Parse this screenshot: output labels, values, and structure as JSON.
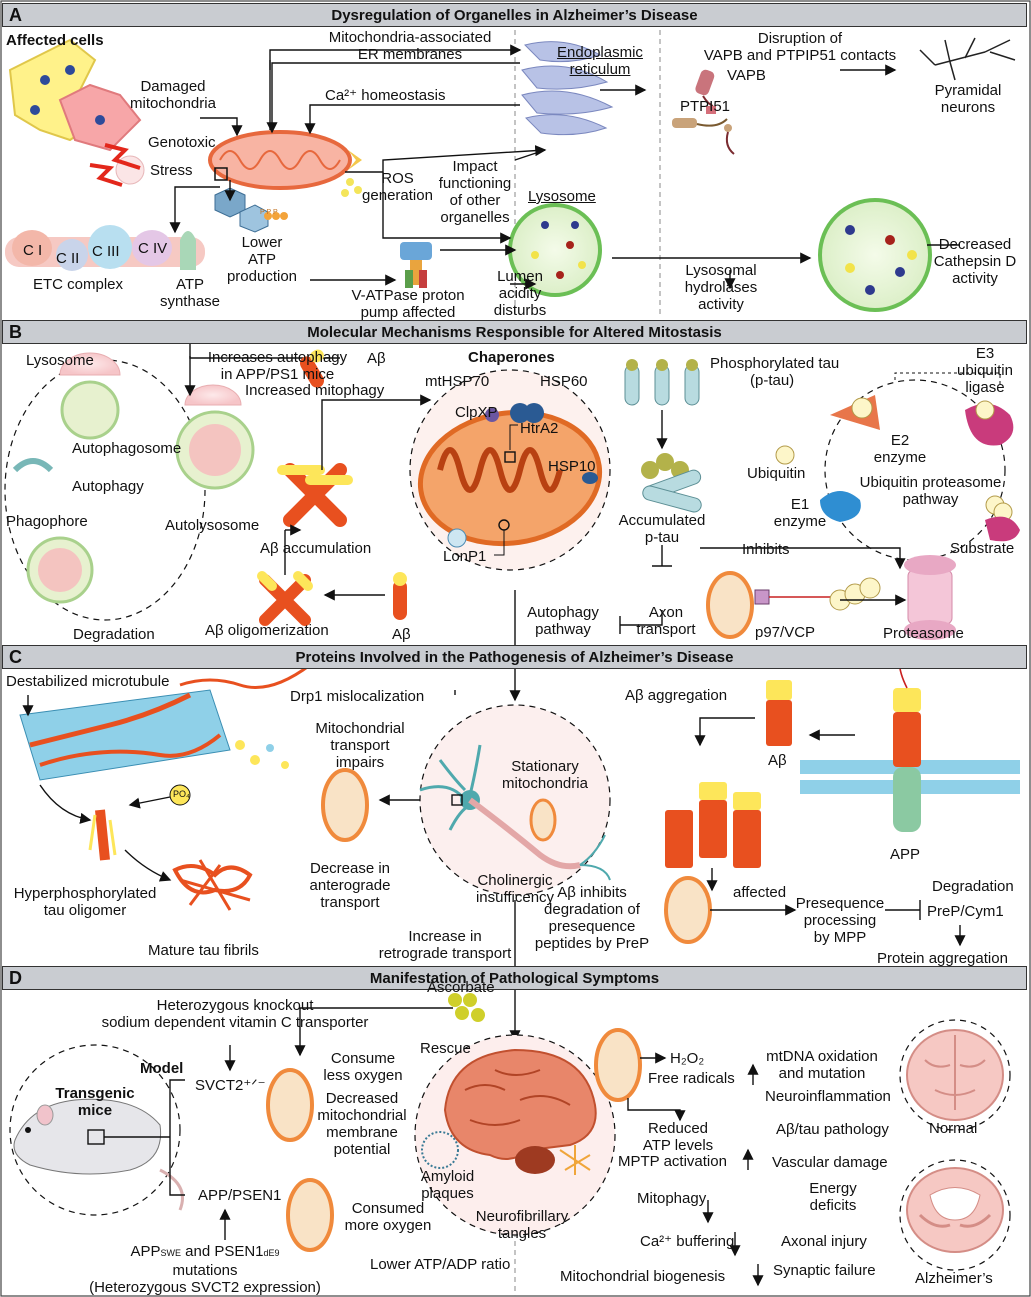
{
  "sections": {
    "a": {
      "letter": "A",
      "title": "Dysregulation of Organelles in Alzheimer’s Disease"
    },
    "b": {
      "letter": "B",
      "title": "Molecular Mechanisms Responsible for Altered Mitostasis"
    },
    "c": {
      "letter": "C",
      "title": "Proteins Involved in the Pathogenesis of Alzheimer’s Disease"
    },
    "d": {
      "letter": "D",
      "title": "Manifestation of Pathological Symptoms"
    }
  },
  "a": {
    "affected_cells": "Affected cells",
    "damaged_mito": [
      "Damaged",
      "mitochondria"
    ],
    "genotoxic": "Genotoxic",
    "stress": "Stress",
    "mam": [
      "Mitochondria-associated",
      "ER membranes"
    ],
    "ca_homeo": "Ca²⁺ homeostasis",
    "er": [
      "Endoplasmic",
      "reticulum"
    ],
    "disruption": [
      "Disruption of",
      "VAPB and PTPIP51 contacts"
    ],
    "vapb": "VAPB",
    "ptpi51": "PTPI51",
    "pyramidal": [
      "Pyramidal",
      "neurons"
    ],
    "ros": [
      "ROS",
      "generation"
    ],
    "impact": [
      "Impact",
      "functioning",
      "of other",
      "organelles"
    ],
    "lysosome": "Lysosome",
    "c1": "C I",
    "c2": "C II",
    "c3": "C III",
    "c4": "C IV",
    "etc": "ETC complex",
    "atp_synthase": [
      "ATP",
      "synthase"
    ],
    "lower_atp": [
      "Lower",
      "ATP",
      "production"
    ],
    "vatpase": [
      "V-ATPase proton",
      "pump affected"
    ],
    "lumen": [
      "Lumen",
      "acidity",
      "disturbs"
    ],
    "hydrolases": [
      "Lysosomal",
      "hydrolases",
      "activity"
    ],
    "cathepsin": [
      "Decreased",
      "Cathepsin D",
      "activity"
    ],
    "ppp": "P P P"
  },
  "b": {
    "lysosome": "Lysosome",
    "increases_autophagy": [
      "Increases autophagy",
      "in APP/PS1 mice"
    ],
    "abeta": "Aβ",
    "autophagosome": "Autophagosome",
    "autophagy": "Autophagy",
    "phagophore": "Phagophore",
    "autolysosome": "Autolysosome",
    "degradation": "Degradation",
    "increased_mitophagy": "Increased mitophagy",
    "ab_accumulation": "Aβ accumulation",
    "ab_oligomerization": "Aβ oligomerization",
    "chaperones": "Chaperones",
    "mthsp70": "mtHSP70",
    "hsp60": "HSP60",
    "clpxp": "ClpXP",
    "htra2": "HtrA2",
    "hsp10": "HSP10",
    "lonp1": "LonP1",
    "ptau": [
      "Phosphorylated tau",
      "(p-tau)"
    ],
    "acc_ptau": [
      "Accumulated",
      "p-tau"
    ],
    "inhibits": "Inhibits",
    "axon": [
      "Axon",
      "transport"
    ],
    "autophagy_pathway": [
      "Autophagy",
      "pathway"
    ],
    "p97": "p97/VCP",
    "e3": [
      "E3",
      "ubiquitin",
      "ligase"
    ],
    "e2": [
      "E2",
      "enzyme"
    ],
    "ubiquitin": "Ubiquitin",
    "e1": [
      "E1",
      "enzyme"
    ],
    "ups": [
      "Ubiquitin proteasome",
      "pathway"
    ],
    "substrate": "Substrate",
    "proteasome": "Proteasome"
  },
  "c": {
    "destab": "Destabilized microtubule",
    "drp1": "Drp1 mislocalization",
    "mito_transport": [
      "Mitochondrial",
      "transport",
      "impairs"
    ],
    "po4": "PO₄",
    "hyper": [
      "Hyperphosphorylated",
      "tau oligomer"
    ],
    "mature": "Mature tau fibrils",
    "anterograde": [
      "Decrease in",
      "anterograde",
      "transport"
    ],
    "stationary": [
      "Stationary",
      "mitochondria"
    ],
    "cholinergic": [
      "Cholinergic",
      "insufficency"
    ],
    "retrograde": [
      "Increase in",
      "retrograde transport"
    ],
    "ab_aggregation": "Aβ aggregation",
    "abeta": "Aβ",
    "app": "APP",
    "ab_inhibits": [
      "Aβ inhibits",
      "degradation of",
      "presequence",
      "peptides by PreP"
    ],
    "affected": "affected",
    "preseq": [
      "Presequence",
      "processing",
      "by MPP"
    ],
    "degradation": "Degradation",
    "prep": "PreP/Cym1",
    "protein_agg": "Protein aggregation"
  },
  "d": {
    "hetero": [
      "Heterozygous knockout",
      "sodium dependent vitamin C transporter"
    ],
    "ascorbate": "Ascorbate",
    "rescue": "Rescue",
    "model": "Model",
    "svct2": "SVCT2⁺ᐟ⁻",
    "consume_less": [
      "Consume",
      "less oxygen"
    ],
    "decreased_pot": [
      "Decreased",
      "mitochondrial",
      "membrane",
      "potential"
    ],
    "transgenic": [
      "Transgenic",
      "mice"
    ],
    "app_psen1": "APP/PSEN1",
    "consumed_more": [
      "Consumed",
      "more oxygen"
    ],
    "mutations": [
      "APP",
      "SWE",
      " and PSEN1",
      "dE9",
      "mutations",
      "(Heterozygous SVCT2 expression)"
    ],
    "lower_ratio": "Lower ATP/ADP ratio",
    "amyloid": [
      "Amyloid",
      "plaques"
    ],
    "nft": [
      "Neurofibrillary",
      "tangles"
    ],
    "h2o2": "H₂O₂",
    "free_radicals": "Free radicals",
    "reduced_atp": [
      "Reduced",
      "ATP levels"
    ],
    "mptp": "MPTP activation",
    "mitophagy": "Mitophagy",
    "ca_buffer": "Ca²⁺ buffering",
    "biogenesis": "Mitochondrial biogenesis",
    "mtdna": [
      "mtDNA oxidation",
      "and mutation"
    ],
    "neuroinflammation": "Neuroinflammation",
    "ab_tau": "Aβ/tau pathology",
    "vascular": "Vascular damage",
    "energy": [
      "Energy",
      "deficits"
    ],
    "axonal": "Axonal injury",
    "synaptic": "Synaptic failure",
    "normal": "Normal",
    "alz": "Alzheimer’s"
  },
  "colors": {
    "banner": "#c9ccd1",
    "mito": "#f08a3c",
    "mito_fill": "#f9e3c6",
    "lysosome": "#7cc26a",
    "abeta_red": "#e8501f",
    "abeta_yellow": "#fde65a"
  }
}
